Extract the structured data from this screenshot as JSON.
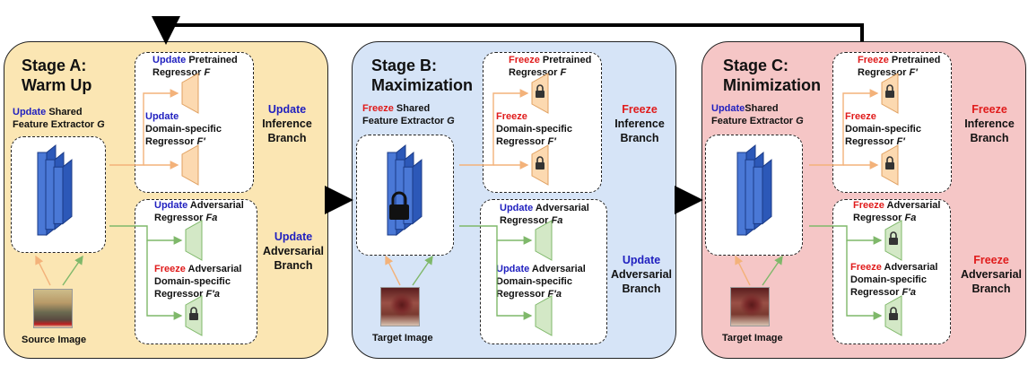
{
  "stage_a": {
    "title_line1": "Stage A:",
    "title_line2": "Warm Up",
    "extractor_action": "Update",
    "extractor_label1": " Shared",
    "extractor_label2": "Feature Extractor ",
    "extractor_symbol": "G",
    "pretrained_action": "Update",
    "pretrained_label1": " Pretrained",
    "pretrained_label2": "Regressor ",
    "pretrained_symbol": "F",
    "domain_action": "Update",
    "domain_label1": "Domain-specific",
    "domain_label2": "Regressor ",
    "domain_symbol": "F′",
    "inference_action": "Update",
    "inference_label1": "Inference",
    "inference_label2": "Branch",
    "adv_action": "Update",
    "adv_label1": " Adversarial",
    "adv_label2": "Regressor ",
    "adv_symbol": "Fa",
    "adv_domain_action": "Freeze",
    "adv_domain_label1": " Adversarial",
    "adv_domain_label2": "Domain-specific",
    "adv_domain_label3": "Regressor ",
    "adv_domain_symbol": "F′a",
    "adv_branch_action": "Update",
    "adv_branch_label1": "Adversarial",
    "adv_branch_label2": "Branch",
    "image_label": "Source Image"
  },
  "stage_b": {
    "title_line1": "Stage B:",
    "title_line2": "Maximization",
    "extractor_action": "Freeze",
    "extractor_label1": " Shared",
    "extractor_label2": "Feature Extractor ",
    "extractor_symbol": "G",
    "pretrained_action": "Freeze",
    "pretrained_label1": " Pretrained",
    "pretrained_label2": "Regressor ",
    "pretrained_symbol": "F",
    "domain_action": "Freeze",
    "domain_label1": "Domain-specific",
    "domain_label2": "Regressor ",
    "domain_symbol": "F′",
    "inference_action": "Freeze",
    "inference_label1": "Inference",
    "inference_label2": "Branch",
    "adv_action": "Update",
    "adv_label1": " Adversarial",
    "adv_label2": "Regressor ",
    "adv_symbol": "Fa",
    "adv_domain_action": "Update",
    "adv_domain_label1": " Adversarial",
    "adv_domain_label2": "Domain-specific",
    "adv_domain_label3": "Regressor ",
    "adv_domain_symbol": "F′a",
    "adv_branch_action": "Update",
    "adv_branch_label1": "Adversarial",
    "adv_branch_label2": "Branch",
    "image_label": "Target Image"
  },
  "stage_c": {
    "title_line1": "Stage C:",
    "title_line2": "Minimization",
    "extractor_action": "Update",
    "extractor_label1": "Shared",
    "extractor_label2": "Feature Extractor ",
    "extractor_symbol": "G",
    "pretrained_action": "Freeze",
    "pretrained_label1": " Pretrained",
    "pretrained_label2": "Regressor ",
    "pretrained_symbol": "F′",
    "domain_action": "Freeze",
    "domain_label1": "Domain-specific",
    "domain_label2": "Regressor ",
    "domain_symbol": "F′",
    "inference_action": "Freeze",
    "inference_label1": "Inference",
    "inference_label2": "Branch",
    "adv_action": "Freeze",
    "adv_label1": " Adversarial",
    "adv_label2": "Regressor ",
    "adv_symbol": "Fa",
    "adv_domain_action": "Freeze",
    "adv_domain_label1": " Adversarial",
    "adv_domain_label2": "Domain-specific",
    "adv_domain_label3": "Regressor ",
    "adv_domain_symbol": "F′a",
    "adv_branch_action": "Freeze",
    "adv_branch_label1": "Adversarial",
    "adv_branch_label2": "Branch",
    "image_label": "Target Image"
  },
  "colors": {
    "update": "#1f1fbf",
    "freeze": "#e01b1b",
    "stage_a_bg": "#fbe6b3",
    "stage_b_bg": "#d6e4f7",
    "stage_c_bg": "#f5c6c6",
    "inference_regressor": "#fcd9b0",
    "adversarial_regressor": "#d3e8c6",
    "extractor": "#4a78d6"
  }
}
